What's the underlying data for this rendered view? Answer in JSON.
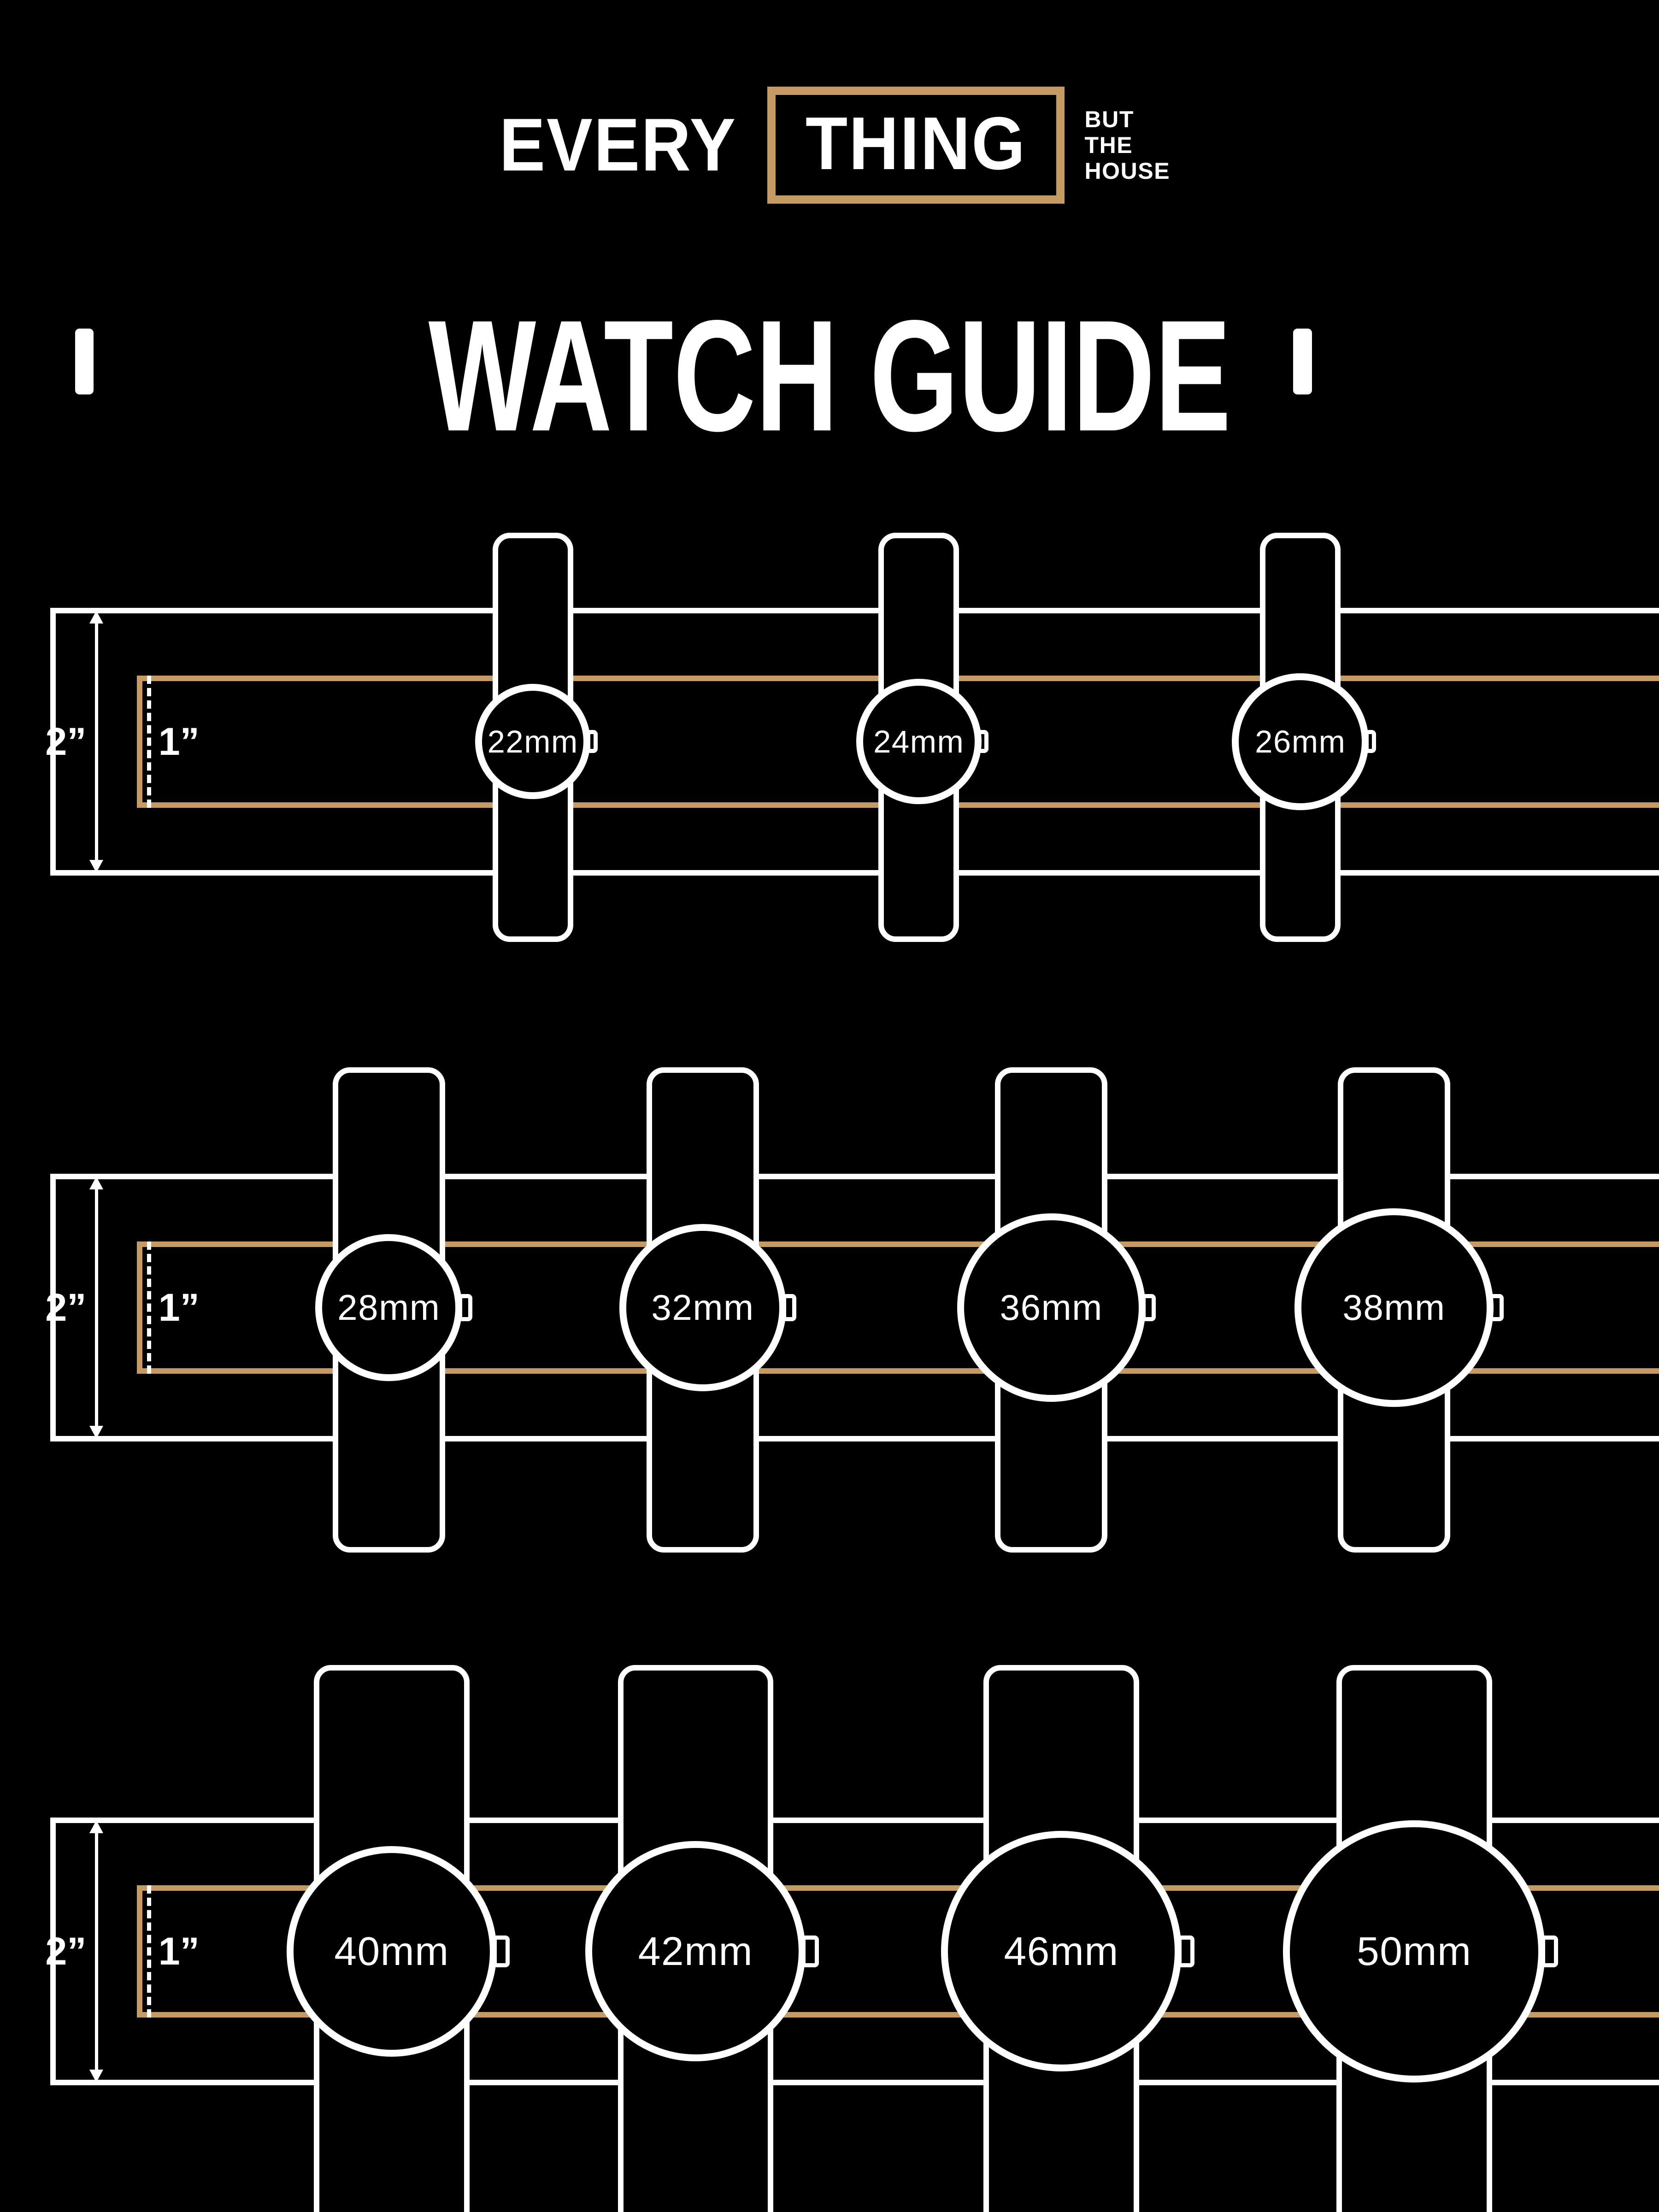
{
  "colors": {
    "background": "#000000",
    "foreground": "#FFFFFF",
    "accent": "#C59A63"
  },
  "logo": {
    "word_left": "EVERY",
    "word_boxed": "THING",
    "tagline": [
      "BUT",
      "THE",
      "HOUSE"
    ]
  },
  "title": "WATCH GUIDE",
  "rows": [
    {
      "outer_width_label": "2”",
      "inner_width_label": "1”",
      "watches": [
        {
          "label": "22mm",
          "mm": 22
        },
        {
          "label": "24mm",
          "mm": 24
        },
        {
          "label": "26mm",
          "mm": 26
        }
      ]
    },
    {
      "outer_width_label": "2”",
      "inner_width_label": "1”",
      "watches": [
        {
          "label": "28mm",
          "mm": 28
        },
        {
          "label": "32mm",
          "mm": 32
        },
        {
          "label": "36mm",
          "mm": 36
        },
        {
          "label": "38mm",
          "mm": 38
        }
      ]
    },
    {
      "outer_width_label": "2”",
      "inner_width_label": "1”",
      "watches": [
        {
          "label": "40mm",
          "mm": 40
        },
        {
          "label": "42mm",
          "mm": 42
        },
        {
          "label": "46mm",
          "mm": 46
        },
        {
          "label": "50mm",
          "mm": 50
        }
      ]
    }
  ]
}
